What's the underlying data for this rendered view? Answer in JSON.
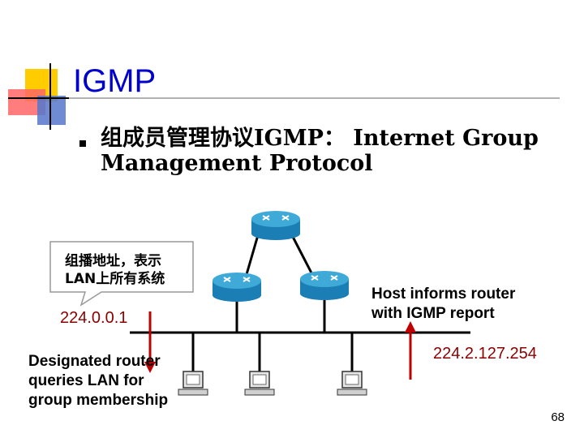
{
  "slide": {
    "title": "IGMP",
    "bullet_text_line1": "组成员管理协议IGMP：  Internet Group",
    "bullet_text_line2": "Management Protocol",
    "page_number": "68"
  },
  "diagram": {
    "callout_line1": "组播地址，表示",
    "callout_line2": "LAN上所有系统",
    "left_address": "224.0.0.1",
    "right_address": "224.2.127.254",
    "host_note_line1": "Host informs router",
    "host_note_line2": "with IGMP report",
    "dr_note_line1": "Designated router",
    "dr_note_line2": "queries LAN for",
    "dr_note_line3": "group membership",
    "colors": {
      "router_top": "#3fa9d8",
      "router_side": "#1b7fb5",
      "arrow": "#c00000",
      "accent_yellow": "#ffcc00",
      "accent_red": "#ff3333",
      "accent_blue": "#3366cc"
    }
  }
}
